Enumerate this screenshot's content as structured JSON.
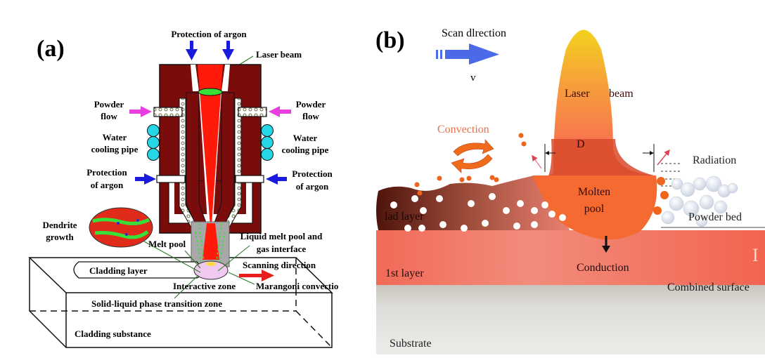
{
  "panel_a": {
    "label": "(a)",
    "protection_argon_top": "Protection of argon",
    "laser_beam": "Laser beam",
    "powder_flow_left": [
      "Powder",
      "flow"
    ],
    "powder_flow_right": [
      "Powder",
      "flow"
    ],
    "water_cooling_left": [
      "Water",
      "cooling pipe"
    ],
    "water_cooling_right": [
      "Water",
      "cooling pipe"
    ],
    "protection_left": [
      "Protection",
      "of argon"
    ],
    "protection_right": [
      "Protection",
      "of argon"
    ],
    "dendrite_growth": [
      "Dendrite",
      "growth"
    ],
    "melt_pool": "Melt pool",
    "liquid_interface": [
      "Liquid melt pool and",
      "gas interface"
    ],
    "scanning_direction": "Scanning direction",
    "cladding_layer": "Cladding  layer",
    "interactive_zone": "Interactive zone",
    "marangoni": "Marangoni convectio",
    "solid_liquid": "Solid-liquid phase transition zone",
    "cladding_substance": "Cladding substance",
    "colors": {
      "nozzle": "#7a0c0c",
      "laser": "#ff1a0a",
      "argon_arrow": "#1a1adc",
      "powder_arrow": "#e83ee0",
      "cooling_pipe": "#25d6e6",
      "lens": "#38e038",
      "scan_arrow": "#e81e1e"
    }
  },
  "panel_b": {
    "label": "(b)",
    "scan_direction": "Scan  dlrection",
    "velocity": "v",
    "laser": "Laser",
    "beam": "beam",
    "diameter": "D",
    "convection": "Convection",
    "radiation": "Radiation",
    "molten_pool": [
      "Molten",
      "pool"
    ],
    "clad_layer": "lad layer",
    "powder_bed": "Powder bed",
    "first_layer": "1st layer",
    "conduction": "Conduction",
    "combined_surface": "Combined surface",
    "substrate": "Substrate",
    "roman_numeral": "I",
    "colors": {
      "scan_arrow": "#4a6ae8",
      "convection_text": "#e8704a",
      "convection_arrow": "#f06a1c",
      "beam_top": "#f0d020",
      "beam_mid": "#f58a3c",
      "beam_band": "#d84a2c",
      "molten_pool": "#f56a30",
      "first_layer": "#f08070",
      "clad_dark": "#5a1a10",
      "substrate": "#d8d6d2"
    }
  }
}
